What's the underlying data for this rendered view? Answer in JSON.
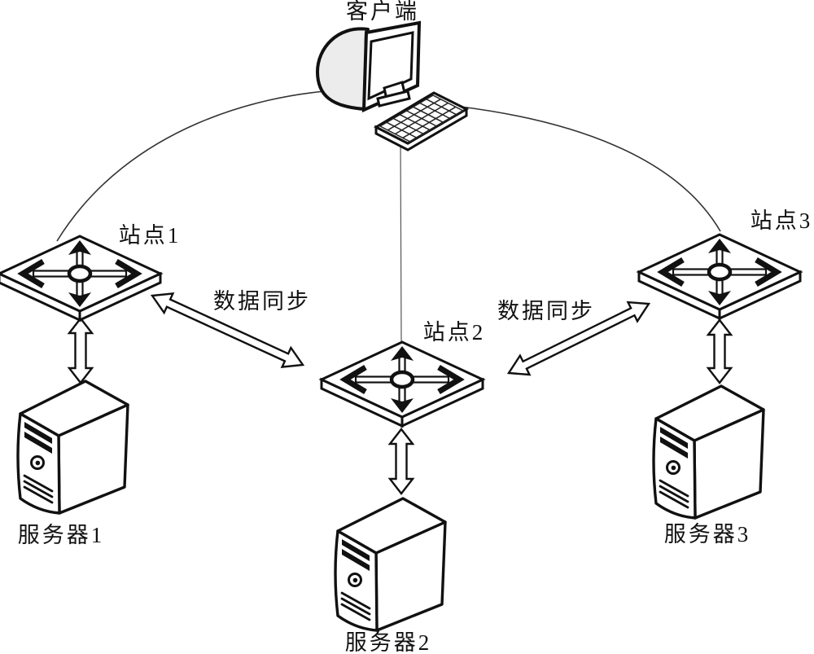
{
  "figure": {
    "client": {
      "label": "客户端"
    },
    "sites": [
      {
        "label": "站点1"
      },
      {
        "label": "站点2"
      },
      {
        "label": "站点3"
      }
    ],
    "servers": [
      {
        "label": "服务器1"
      },
      {
        "label": "服务器2"
      },
      {
        "label": "服务器3"
      }
    ],
    "links": {
      "sync_left": {
        "label": "数据同步"
      },
      "sync_right": {
        "label": "数据同步"
      }
    },
    "colors": {
      "ink": "#111111",
      "paper": "#ffffff",
      "crt_shade": "#ececec"
    }
  }
}
